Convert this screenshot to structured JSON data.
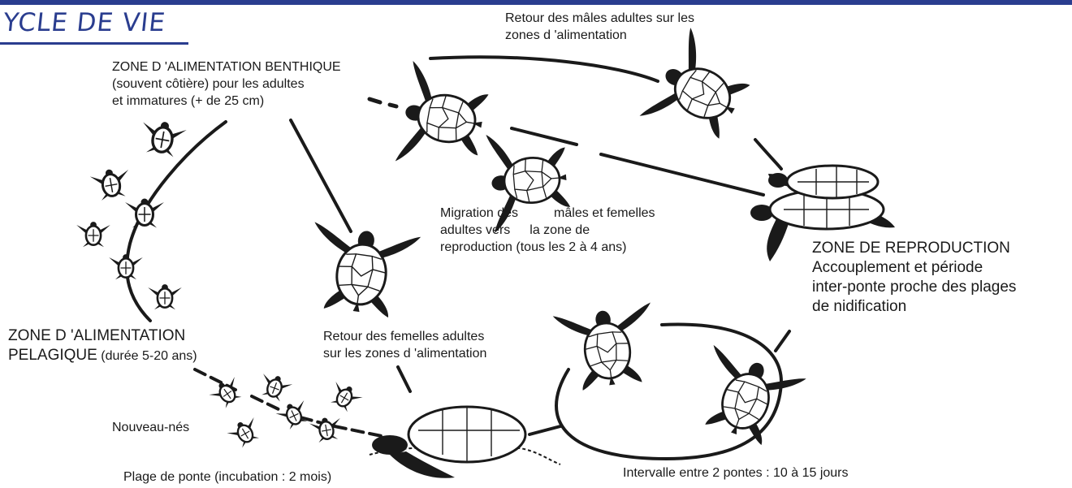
{
  "title": "YCLE DE VIE",
  "labels": {
    "benthic_zone": {
      "line1": "ZONE D 'ALIMENTATION  BENTHIQUE",
      "line2": "(souvent côtière) pour les adultes",
      "line3": "et immatures (+ de 25 cm)"
    },
    "males_return": {
      "line1": "Retour des mâles adultes sur les",
      "line2": "zones d 'alimentation"
    },
    "migration": {
      "line1a": "Migration des",
      "line1b": "mâles et femelles",
      "line2a": "adultes vers",
      "line2b": "la zone de",
      "line3": "reproduction (tous les 2 à 4 ans)"
    },
    "reproduction_zone": {
      "line1": "ZONE DE REPRODUCTION",
      "line2": "Accouplement et période",
      "line3": "inter-ponte proche des plages",
      "line4": "de nidification"
    },
    "pelagic_zone": {
      "line1": "ZONE D 'ALIMENTATION",
      "line2a": "PELAGIQUE",
      "line2b": "(durée 5-20 ans)"
    },
    "females_return": {
      "line1": "Retour des femelles adultes",
      "line2": "sur les zones d 'alimentation"
    },
    "hatchlings": "Nouveau-nés",
    "nesting_beach": "Plage de ponte (incubation : 2 mois)",
    "interval": "Intervalle entre 2 pontes : 10 à 15 jours"
  },
  "colors": {
    "title": "#2a3d8f",
    "ink": "#1a1a1a",
    "shell": "#ffffff"
  }
}
